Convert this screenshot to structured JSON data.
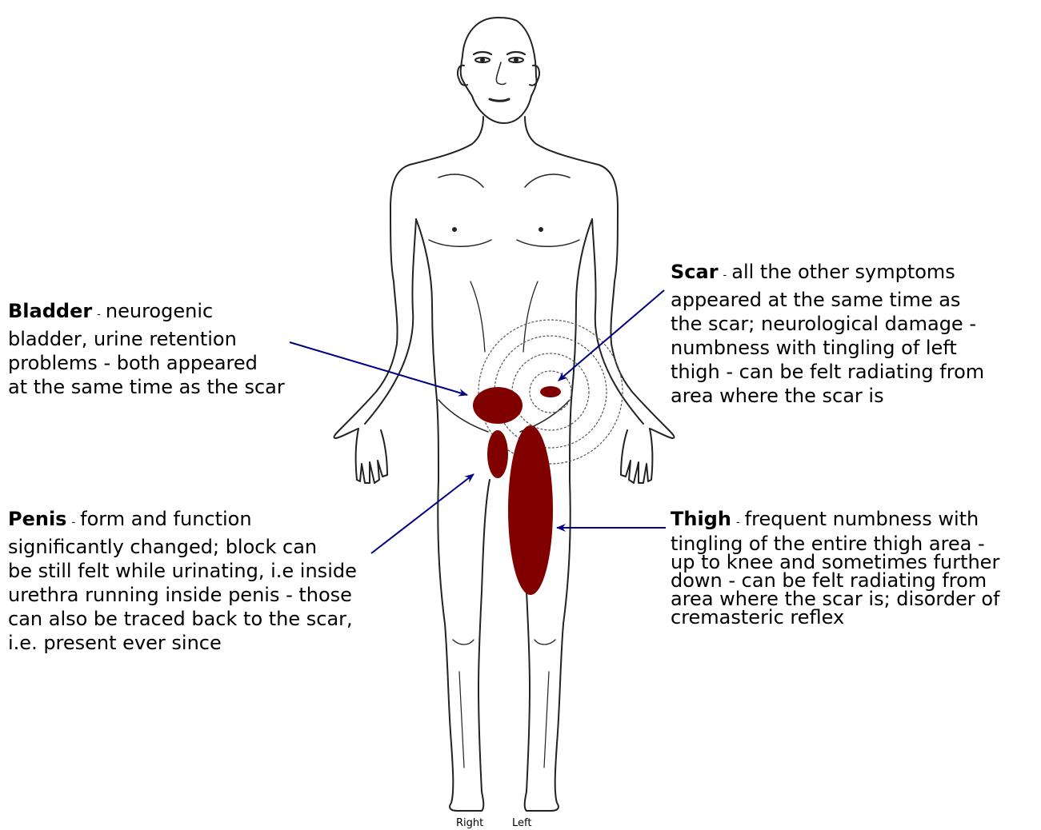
{
  "callouts": {
    "bladder": {
      "title": "Bladder",
      "dash": "-",
      "lines": [
        "neurogenic",
        "bladder, urine retention",
        "problems - both appeared",
        "at the same time as the scar"
      ]
    },
    "scar": {
      "title": "Scar",
      "dash": "-",
      "lines": [
        "all the other symptoms",
        "appeared at the same time as",
        "the scar; neurological damage -",
        "numbness with tingling of left",
        "thigh - can be felt radiating from",
        "area where the scar is"
      ]
    },
    "penis": {
      "title": "Penis",
      "dash": "-",
      "lines": [
        "form and function",
        "significantly changed; block can",
        "be still felt while urinating, i.e inside",
        "urethra running inside penis - those",
        "can also be traced back to the scar,",
        "i.e. present ever since"
      ]
    },
    "thigh": {
      "title": "Thigh",
      "dash": "-",
      "lines": [
        "frequent numbness with",
        "tingling of the entire thigh area -",
        "up to knee and sometimes further",
        "down - can be felt radiating from",
        "area where the scar is; disorder of",
        "cremasteric reflex"
      ]
    }
  },
  "side_labels": {
    "right": "Right",
    "left": "Left"
  },
  "colors": {
    "marker": "#800000",
    "arrow": "#000080",
    "outline": "#222222",
    "ripple": "#555555"
  }
}
